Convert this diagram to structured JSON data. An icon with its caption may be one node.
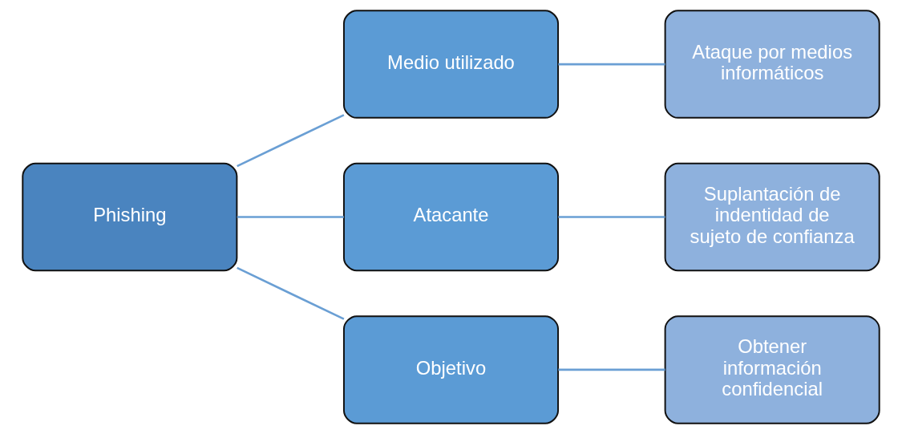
{
  "diagram": {
    "nodes": [
      {
        "text": [
          "Phishing"
        ]
      },
      {
        "text": [
          "Medio utilizado"
        ]
      },
      {
        "text": [
          "Atacante"
        ]
      },
      {
        "text": [
          "Objetivo"
        ]
      },
      {
        "text": [
          "Ataque por medios informáticos"
        ]
      },
      {
        "text": [
          "Suplantación de indentidad de sujeto de confianza"
        ]
      },
      {
        "text": [
          "Obtener información confidencial"
        ]
      }
    ],
    "edges": [
      {
        "from": 0,
        "to": 1,
        "arrow": "none"
      },
      {
        "from": 0,
        "to": 2,
        "arrow": "none"
      },
      {
        "from": 0,
        "to": 3,
        "arrow": "none"
      },
      {
        "from": 1,
        "to": 4,
        "arrow": "none"
      },
      {
        "from": 2,
        "to": 5,
        "arrow": "none"
      },
      {
        "from": 3,
        "to": 6,
        "arrow": "none"
      }
    ]
  }
}
